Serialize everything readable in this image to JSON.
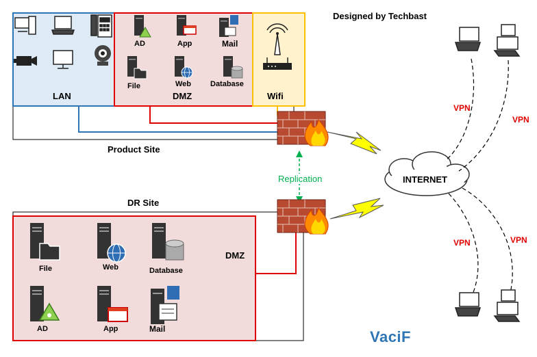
{
  "header": {
    "designed_by": "Designed by Techbast"
  },
  "product_site": {
    "title": "Product Site",
    "lan": {
      "label": "LAN"
    },
    "dmz": {
      "label": "DMZ",
      "servers": [
        {
          "label": "AD",
          "icon": "ad-server-icon"
        },
        {
          "label": "App",
          "icon": "app-server-icon"
        },
        {
          "label": "Mail",
          "icon": "mail-server-icon"
        },
        {
          "label": "File",
          "icon": "file-server-icon"
        },
        {
          "label": "Web",
          "icon": "web-server-icon"
        },
        {
          "label": "Database",
          "icon": "database-server-icon"
        }
      ]
    },
    "wifi": {
      "label": "Wifi"
    }
  },
  "dr_site": {
    "title": "DR Site",
    "dmz": {
      "label": "DMZ",
      "servers": [
        {
          "label": "File",
          "icon": "file-server-icon"
        },
        {
          "label": "Web",
          "icon": "web-server-icon"
        },
        {
          "label": "Database",
          "icon": "database-server-icon"
        },
        {
          "label": "AD",
          "icon": "ad-server-icon"
        },
        {
          "label": "App",
          "icon": "app-server-icon"
        },
        {
          "label": "Mail",
          "icon": "mail-server-icon"
        }
      ]
    }
  },
  "replication": {
    "label": "Replication"
  },
  "internet": {
    "label": "INTERNET"
  },
  "vpn_labels": [
    "VPN",
    "VPN",
    "VPN",
    "VPN"
  ],
  "logo": {
    "text": "VaciF"
  },
  "colors": {
    "lan_fill": "#deeaf6",
    "lan_border": "#2e75b6",
    "dmz_fill": "#f2dcdb",
    "dmz_border": "#e00000",
    "wifi_fill": "#fff2cc",
    "wifi_border": "#ffc000",
    "replication": "#00b050",
    "vpn": "#e00000",
    "logo": "#2e75b6"
  }
}
